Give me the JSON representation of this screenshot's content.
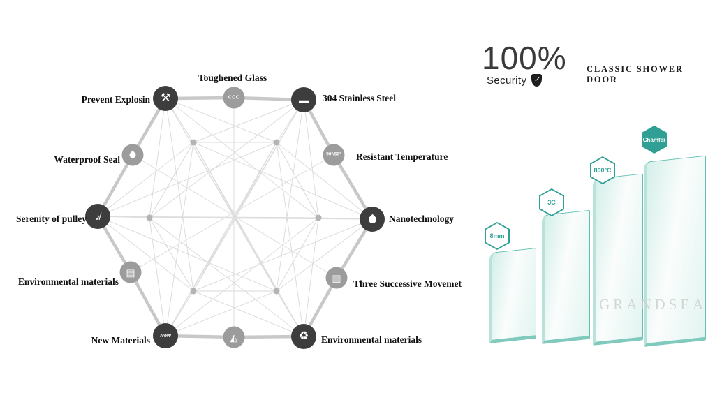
{
  "diagram": {
    "features": [
      {
        "label": "Toughened Glass",
        "icon": "ccc-badge-icon",
        "icon_text": "CCC"
      },
      {
        "label": "304 Stainless Steel",
        "icon": "steel-bar-icon"
      },
      {
        "label": "Resistant Temperature",
        "icon": "temperature-ratio-icon",
        "icon_text": "90°/50°"
      },
      {
        "label": "Nanotechnology",
        "icon": "droplet-icon"
      },
      {
        "label": "Three Successive Movemet",
        "icon": "sliding-panels-icon"
      },
      {
        "label": "Environmental materials",
        "icon": "recycle-icon"
      },
      {
        "label": "",
        "icon": "pyramid-icon"
      },
      {
        "label": "New Materials",
        "icon": "new-burst-icon",
        "icon_text": "New"
      },
      {
        "label": "Environmental materials",
        "icon": "layers-icon"
      },
      {
        "label": "Serenity of pulley",
        "icon": "mute-icon"
      },
      {
        "label": "Waterproof Seal",
        "icon": "waterdrop-icon"
      },
      {
        "label": "Prevent Explosin",
        "icon": "hammer-icon"
      }
    ]
  },
  "security": {
    "percent": "100%",
    "label": "Security",
    "shield_glyph": "✓"
  },
  "product": {
    "title": "CLASSIC SHOWER DOOR"
  },
  "glass": {
    "badges": [
      {
        "text": "8mm"
      },
      {
        "text": "3C"
      },
      {
        "text": "800°C"
      },
      {
        "text": "Chamfer"
      }
    ],
    "watermark": "GRANDSEA"
  },
  "colors": {
    "teal": "#2fa093",
    "dark_node": "#3d3d3d",
    "gray_node": "#9c9c9c",
    "line": "#d9d9d9"
  }
}
